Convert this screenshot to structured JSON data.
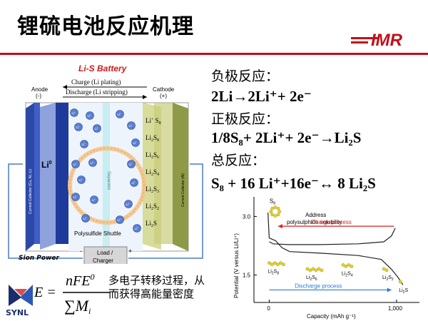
{
  "slide": {
    "title": "锂硫电池反应机理",
    "logo_text": "IMR",
    "colors": {
      "accent_rule": "#c0101a",
      "logo_red": "#c0101a",
      "dark_blue": "#1a2e6e"
    }
  },
  "battery_diagram": {
    "title": "Li-S Battery",
    "charge_label": "Charge (Li plating)",
    "discharge_label": "Discharge (Li stripping)",
    "anode_label": "Anode",
    "anode_sign": "(-)",
    "cathode_label": "Cathode",
    "cathode_sign": "(+)",
    "anode_metal": "Li",
    "anode_metal_sup": "0",
    "anode_collector": "Current Collector (Cu, Ni, Li)",
    "cathode_collector": "Current Collector (Al)",
    "separator": "Separator",
    "shuttle": "Polysulfide Shuttle",
    "load_line1": "Load /",
    "load_line2": "Charger",
    "minus": "-",
    "plus": "+",
    "source": "Sion Power",
    "ion": "Li",
    "ion_sup": "+",
    "cathode_species": [
      {
        "base": "Li",
        "sup": "+",
        "tail": " S",
        "sub": "8"
      },
      {
        "base": "Li",
        "sup": "",
        "tail": "S",
        "sub": "8",
        "pre": "2"
      },
      {
        "base": "Li",
        "sup": "",
        "tail": "S",
        "sub": "6",
        "pre": "2"
      },
      {
        "base": "Li",
        "sup": "",
        "tail": "S",
        "sub": "4",
        "pre": "2"
      },
      {
        "base": "Li",
        "sup": "",
        "tail": "S",
        "sub": "3",
        "pre": "2"
      },
      {
        "base": "Li",
        "sup": "",
        "tail": "S",
        "sub": "2",
        "pre": "2"
      },
      {
        "base": "Li",
        "sup": "",
        "tail": "S",
        "sub": "",
        "pre": "2"
      }
    ]
  },
  "reactions": {
    "negative_heading": "负极反应：",
    "negative": "2Li→2Li⁺+ 2e⁻",
    "positive_heading": "正极反应：",
    "positive": "1/8S₈+ 2Li⁺+ 2e⁻→Li₂S",
    "total_heading": "总反应：",
    "total": "S₈ + 16 Li⁺+16e⁻↔ 8 Li₂S"
  },
  "formula": {
    "lhs": "E =",
    "numerator": "nFE",
    "numerator_sup": "0",
    "denominator": "∑M",
    "denominator_sub": "i"
  },
  "explanation": "多电子转移过程，从而获得高能量密度",
  "org_logo": "SYNL",
  "chart_data": {
    "type": "line",
    "xlabel": "Capacity (mAh g⁻¹)",
    "ylabel": "Potential (V versus Li/Li⁺)",
    "x_ticks": [
      "0",
      "1,000"
    ],
    "y_ticks": [
      "1.5",
      "3.0"
    ],
    "xlim": [
      -120,
      1180
    ],
    "ylim": [
      0.8,
      3.5
    ],
    "series": [
      {
        "name": "Charge process",
        "points": [
          [
            0,
            2.35
          ],
          [
            30,
            2.3
          ],
          [
            150,
            2.28
          ],
          [
            400,
            2.28
          ],
          [
            700,
            2.3
          ],
          [
            900,
            2.35
          ],
          [
            960,
            2.5
          ],
          [
            990,
            2.7
          ]
        ]
      },
      {
        "name": "Discharge process",
        "points": [
          [
            0,
            2.45
          ],
          [
            50,
            2.38
          ],
          [
            100,
            2.2
          ],
          [
            160,
            2.1
          ],
          [
            400,
            2.06
          ],
          [
            700,
            2.0
          ],
          [
            880,
            1.9
          ],
          [
            960,
            1.65
          ],
          [
            1010,
            1.45
          ],
          [
            1050,
            1.25
          ]
        ]
      }
    ],
    "species_labels": [
      {
        "text": "S",
        "sub": "8",
        "x": -20,
        "y": 3.38
      },
      {
        "text": "Li",
        "sub2": "2",
        "tail": "S",
        "sub": "8",
        "x": 0,
        "y": 1.7
      },
      {
        "text": "Li",
        "sub2": "2",
        "tail": "S",
        "sub": "6",
        "x": 300,
        "y": 1.55
      },
      {
        "text": "Li",
        "sub2": "2",
        "tail": "S",
        "sub": "4",
        "x": 580,
        "y": 1.65
      },
      {
        "text": "Li",
        "sub2": "2",
        "tail": "S",
        "sub": "2",
        "x": 900,
        "y": 1.55
      },
      {
        "text": "Li",
        "sub2": "2",
        "tail": "S",
        "sub": "",
        "x": 1030,
        "y": 1.22
      }
    ],
    "annotations": [
      "Address",
      "polysulphide solubility"
    ],
    "charge_label": "Charge process",
    "discharge_label": "Discharge process",
    "colors": {
      "charge": "#d92020",
      "discharge": "#2a7bd6",
      "curve": "#222222",
      "species": "#e8d400"
    }
  }
}
